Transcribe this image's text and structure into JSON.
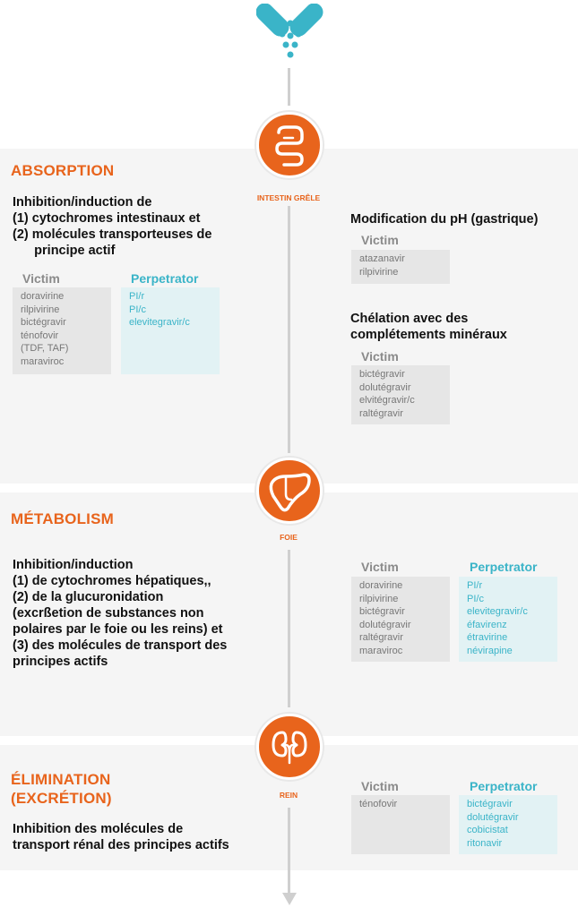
{
  "colors": {
    "accent": "#e8641c",
    "teal": "#3ab4c8",
    "victim_text": "#777777",
    "band": "#f5f5f5"
  },
  "icons": {
    "top": "pill-capsule-icon",
    "intestine": "small-intestine-icon",
    "liver": "liver-icon",
    "kidney": "kidneys-icon"
  },
  "absorption": {
    "title": "ABSORPTION",
    "organ": "INTESTIN GRÊLE",
    "left_text": [
      "Inhibition/induction de",
      "(1) cytochromes intestinaux et",
      "(2) molécules transporteuses de",
      "      principe actif"
    ],
    "victim_head": "Victim",
    "victim": [
      "doravirine",
      "rilpivirine",
      "bictégravir",
      "ténofovir",
      "(TDF, TAF)",
      "maraviroc"
    ],
    "perp_head": "Perpetrator",
    "perp": [
      "PI/r",
      "PI/c",
      "elevitegravir/c"
    ],
    "ph_title": "Modification du pH (gastrique)",
    "ph_victim_head": "Victim",
    "ph_victim": [
      "atazanavir",
      "rilpivirine"
    ],
    "chel_title": [
      "Chélation avec des",
      "complétements minéraux"
    ],
    "chel_victim_head": "Victim",
    "chel_victim": [
      "bictégravir",
      "dolutégravir",
      "elvitégravir/c",
      "raltégravir"
    ]
  },
  "metabolism": {
    "title": "MÉTABOLISM",
    "organ": "FOIE",
    "left_text": [
      "Inhibition/induction",
      "(1) de cytochromes hépatiques,,",
      "(2) de la glucuronidation",
      "(excrßetion de substances non",
      "polaires par le foie ou les reins) et",
      "(3) des molécules de transport des",
      "principes actifs"
    ],
    "victim_head": "Victim",
    "victim": [
      "doravirine",
      "rilpivirine",
      "bictégravir",
      "dolutégravir",
      "raltégravir",
      "maraviroc"
    ],
    "perp_head": "Perpetrator",
    "perp": [
      "PI/r",
      "PI/c",
      "elevitegravir/c",
      "éfavirenz",
      "étravirine",
      "névirapine"
    ]
  },
  "elimination": {
    "title": [
      "ÉLIMINATION",
      "(EXCRÉTION)"
    ],
    "organ": "REIN",
    "left_text": [
      "Inhibition des molécules de",
      "transport rénal des principes actifs"
    ],
    "victim_head": "Victim",
    "victim": [
      "ténofovir"
    ],
    "perp_head": "Perpetrator",
    "perp": [
      "bictégravir",
      "dolutégravir",
      "cobicistat",
      "ritonavir"
    ]
  }
}
